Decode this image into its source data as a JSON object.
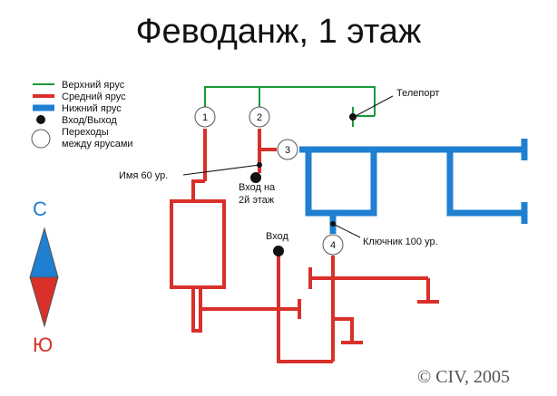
{
  "title": "Феводанж, 1 этаж",
  "legend": {
    "upper": "Верхний ярус",
    "middle": "Средний ярус",
    "lower": "Нижний ярус",
    "entrance": "Вход/Выход",
    "transition_line1": "Переходы",
    "transition_line2": "между ярусами"
  },
  "colors": {
    "upper": "#1a9a3a",
    "middle": "#d9302a",
    "lower": "#1f7fd0",
    "north": "#1f7fd0",
    "south": "#d9302a"
  },
  "nodes": [
    "1",
    "2",
    "3",
    "4"
  ],
  "labels": {
    "teleport": "Телепорт",
    "name_60": "Имя 60 ур.",
    "entrance2_line1": "Вход на",
    "entrance2_line2": "2й этаж",
    "entrance": "Вход",
    "keeper": "Ключник 100 ур."
  },
  "compass": {
    "north": "С",
    "south": "Ю"
  },
  "copyright": "© CIV, 2005"
}
